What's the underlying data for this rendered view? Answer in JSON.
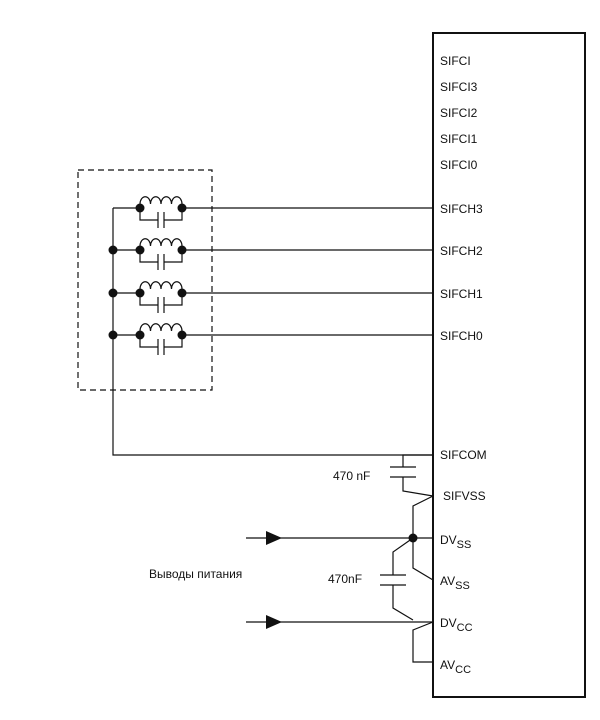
{
  "chip": {
    "pins_top": [
      "SIFCI",
      "SIFCI3",
      "SIFCI2",
      "SIFCI1",
      "SIFCI0"
    ],
    "pins_channels": [
      "SIFCH3",
      "SIFCH2",
      "SIFCH1",
      "SIFCH0"
    ],
    "pin_sifcom": "SIFCOM",
    "pin_sifvss": "SIFVSS",
    "pin_dvss": {
      "base": "DV",
      "sub": "SS"
    },
    "pin_avss": {
      "base": "AV",
      "sub": "SS"
    },
    "pin_dvcc": {
      "base": "DV",
      "sub": "CC"
    },
    "pin_avcc": {
      "base": "AV",
      "sub": "CC"
    }
  },
  "capacitors": {
    "sif_cap": "470 nF",
    "supply_cap": "470nF"
  },
  "power_label": "Выводы питания",
  "colors": {
    "line": "#111111",
    "background": "#ffffff"
  }
}
